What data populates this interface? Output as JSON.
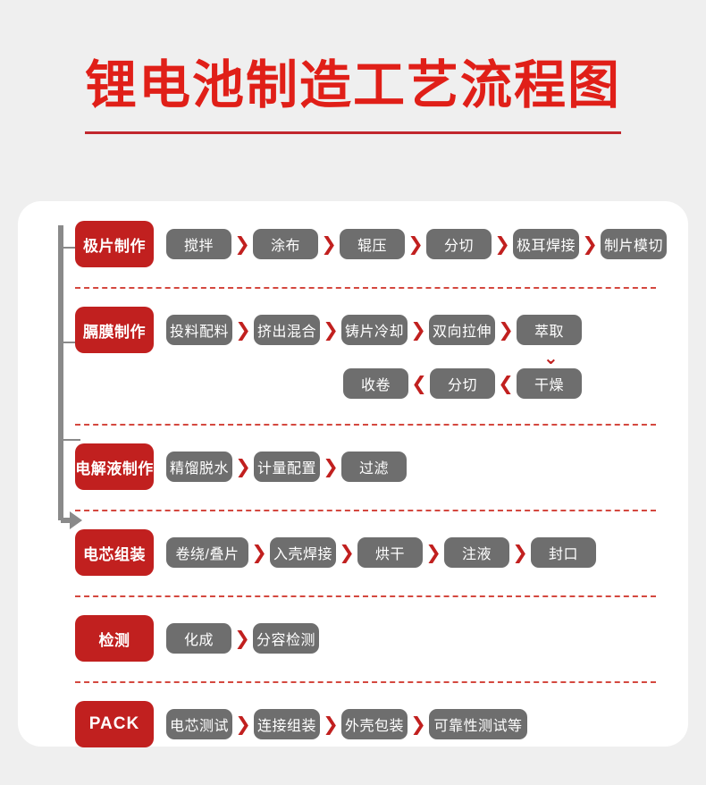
{
  "header": {
    "title": "锂电池制造工艺流程图"
  },
  "colors": {
    "background": "#efefef",
    "card": "#ffffff",
    "accent_red": "#c1201f",
    "title_red": "#e01f18",
    "pill_gray": "#6e6e6e",
    "divider_red": "#d4483f",
    "spine_gray": "#8a8a8a"
  },
  "icons": {
    "chevron_right": "❯",
    "chevron_down": "⌄"
  },
  "flow": {
    "rows": [
      {
        "stage": "极片制作",
        "latin": false,
        "lines": [
          {
            "direction": "right",
            "steps": [
              "搅拌",
              "涂布",
              "辊压",
              "分切",
              "极耳焊接",
              "制片模切"
            ]
          }
        ]
      },
      {
        "stage": "膈膜制作",
        "latin": false,
        "lines": [
          {
            "direction": "right",
            "steps": [
              "投料配料",
              "挤出混合",
              "铸片冷却",
              "双向拉伸",
              "萃取"
            ]
          },
          {
            "direction": "left",
            "steps": [
              "收卷",
              "分切",
              "干燥"
            ]
          }
        ]
      },
      {
        "stage": "电解液制作",
        "latin": false,
        "lines": [
          {
            "direction": "right",
            "steps": [
              "精馏脱水",
              "计量配置",
              "过滤"
            ]
          }
        ]
      },
      {
        "stage": "电芯组装",
        "latin": false,
        "lines": [
          {
            "direction": "right",
            "steps": [
              "卷绕/叠片",
              "入壳焊接",
              "烘干",
              "注液",
              "封口"
            ]
          }
        ]
      },
      {
        "stage": "检测",
        "latin": false,
        "lines": [
          {
            "direction": "right",
            "steps": [
              "化成",
              "分容检测"
            ]
          }
        ]
      },
      {
        "stage": "PACK",
        "latin": true,
        "lines": [
          {
            "direction": "right",
            "steps": [
              "电芯测试",
              "连接组装",
              "外壳包装",
              "可靠性测试等"
            ]
          }
        ]
      }
    ]
  }
}
